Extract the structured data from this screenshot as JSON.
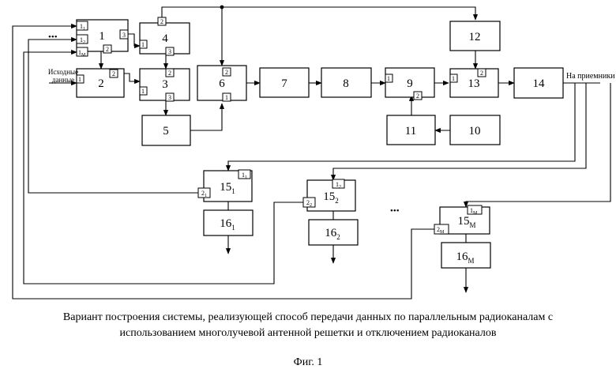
{
  "diagram": {
    "blocks": [
      {
        "id": "1",
        "label": "1"
      },
      {
        "id": "2",
        "label": "2"
      },
      {
        "id": "3",
        "label": "3"
      },
      {
        "id": "4",
        "label": "4"
      },
      {
        "id": "5",
        "label": "5"
      },
      {
        "id": "6",
        "label": "6"
      },
      {
        "id": "7",
        "label": "7"
      },
      {
        "id": "8",
        "label": "8"
      },
      {
        "id": "9",
        "label": "9"
      },
      {
        "id": "10",
        "label": "10"
      },
      {
        "id": "11",
        "label": "11"
      },
      {
        "id": "12",
        "label": "12"
      },
      {
        "id": "13",
        "label": "13"
      },
      {
        "id": "14",
        "label": "14"
      },
      {
        "id": "15_1",
        "label": "15",
        "sub": "1"
      },
      {
        "id": "15_2",
        "label": "15",
        "sub": "2"
      },
      {
        "id": "15_M",
        "label": "15",
        "sub": "M"
      },
      {
        "id": "16_1",
        "label": "16",
        "sub": "1"
      },
      {
        "id": "16_2",
        "label": "16",
        "sub": "2"
      },
      {
        "id": "16_M",
        "label": "16",
        "sub": "M"
      }
    ],
    "ports": {
      "p1_in1": {
        "label": "1",
        "sub": "1"
      },
      "p1_in2": {
        "label": "1",
        "sub": "2"
      },
      "p1_inM": {
        "label": "1",
        "sub": "M"
      },
      "p1_out3": {
        "label": "3"
      },
      "p1_out2": {
        "label": "2"
      },
      "p2_in1": {
        "label": "1"
      },
      "p2_out2": {
        "label": "2"
      },
      "p4_in2": {
        "label": "2"
      },
      "p4_in1": {
        "label": "1"
      },
      "p4_out3": {
        "label": "3"
      },
      "p3_in2": {
        "label": "2"
      },
      "p3_in1": {
        "label": "1"
      },
      "p3_out3": {
        "label": "3"
      },
      "p6_in2": {
        "label": "2"
      },
      "p6_in1": {
        "label": "1"
      },
      "p9_in1": {
        "label": "1"
      },
      "p9_in2": {
        "label": "2"
      },
      "p13_in1": {
        "label": "1"
      },
      "p13_in2": {
        "label": "2"
      },
      "p15_1_in1": {
        "label": "1",
        "sub": "1"
      },
      "p15_1_in2": {
        "label": "2",
        "sub": "1"
      },
      "p15_2_in1": {
        "label": "1",
        "sub": "2"
      },
      "p15_2_in2": {
        "label": "2",
        "sub": "2"
      },
      "p15_M_in1": {
        "label": "1",
        "sub": "M"
      },
      "p15_M_in2": {
        "label": "2",
        "sub": "M"
      }
    },
    "input_label_line1": "Исходные",
    "input_label_line2": "данные",
    "output_label": "На приемники",
    "ellipsis": "•••"
  },
  "caption": {
    "line1": "Вариант построения системы, реализующей способ передачи данных по параллельным радиоканалам с",
    "line2": "использованием многолучевой антенной решетки и отключением радиоканалов",
    "figure_label": "Фиг. 1"
  }
}
